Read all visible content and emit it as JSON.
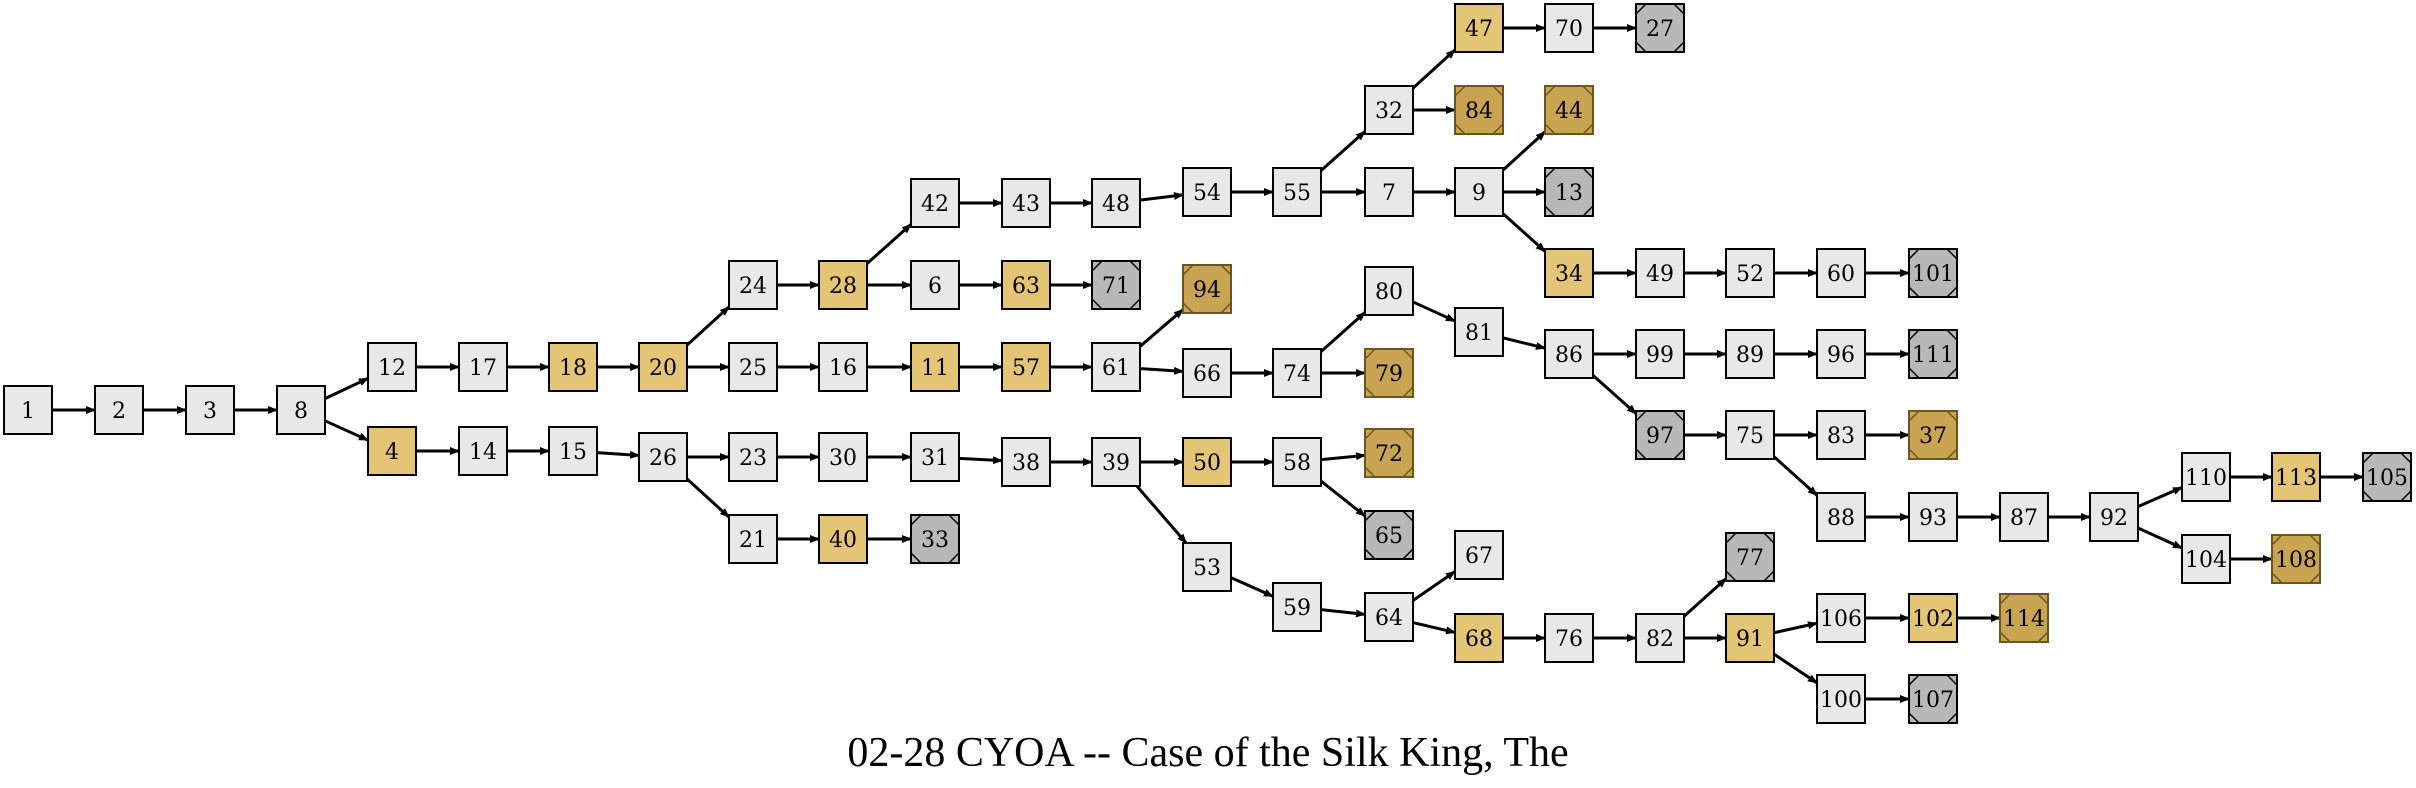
{
  "title": "02-28 CYOA -- Case of the Silk King, The",
  "colors": {
    "normal": "#e8e8e8",
    "choice": "#e4c576",
    "good_end": "#c9a452",
    "bad_end": "#b8b8b8",
    "stroke": "#000000"
  },
  "nodes": [
    {
      "id": "1",
      "t": "n"
    },
    {
      "id": "2",
      "t": "n"
    },
    {
      "id": "3",
      "t": "n"
    },
    {
      "id": "8",
      "t": "n"
    },
    {
      "id": "12",
      "t": "n"
    },
    {
      "id": "4",
      "t": "c"
    },
    {
      "id": "17",
      "t": "n"
    },
    {
      "id": "14",
      "t": "n"
    },
    {
      "id": "18",
      "t": "c"
    },
    {
      "id": "15",
      "t": "n"
    },
    {
      "id": "20",
      "t": "c"
    },
    {
      "id": "26",
      "t": "n"
    },
    {
      "id": "24",
      "t": "n"
    },
    {
      "id": "25",
      "t": "n"
    },
    {
      "id": "23",
      "t": "n"
    },
    {
      "id": "21",
      "t": "n"
    },
    {
      "id": "28",
      "t": "c"
    },
    {
      "id": "16",
      "t": "n"
    },
    {
      "id": "30",
      "t": "n"
    },
    {
      "id": "40",
      "t": "c"
    },
    {
      "id": "42",
      "t": "n"
    },
    {
      "id": "6",
      "t": "n"
    },
    {
      "id": "11",
      "t": "c"
    },
    {
      "id": "31",
      "t": "n"
    },
    {
      "id": "33",
      "t": "b"
    },
    {
      "id": "43",
      "t": "n"
    },
    {
      "id": "63",
      "t": "c"
    },
    {
      "id": "57",
      "t": "c"
    },
    {
      "id": "38",
      "t": "n"
    },
    {
      "id": "48",
      "t": "n"
    },
    {
      "id": "71",
      "t": "b"
    },
    {
      "id": "61",
      "t": "n"
    },
    {
      "id": "39",
      "t": "n"
    },
    {
      "id": "54",
      "t": "n"
    },
    {
      "id": "94",
      "t": "g"
    },
    {
      "id": "66",
      "t": "n"
    },
    {
      "id": "50",
      "t": "c"
    },
    {
      "id": "53",
      "t": "n"
    },
    {
      "id": "55",
      "t": "n"
    },
    {
      "id": "74",
      "t": "n"
    },
    {
      "id": "58",
      "t": "n"
    },
    {
      "id": "59",
      "t": "n"
    },
    {
      "id": "32",
      "t": "n"
    },
    {
      "id": "7",
      "t": "n"
    },
    {
      "id": "80",
      "t": "n"
    },
    {
      "id": "79",
      "t": "g"
    },
    {
      "id": "72",
      "t": "g"
    },
    {
      "id": "65",
      "t": "b"
    },
    {
      "id": "64",
      "t": "n"
    },
    {
      "id": "47",
      "t": "c"
    },
    {
      "id": "84",
      "t": "g"
    },
    {
      "id": "9",
      "t": "n"
    },
    {
      "id": "81",
      "t": "n"
    },
    {
      "id": "67",
      "t": "n"
    },
    {
      "id": "68",
      "t": "c"
    },
    {
      "id": "70",
      "t": "n"
    },
    {
      "id": "44",
      "t": "g"
    },
    {
      "id": "13",
      "t": "b"
    },
    {
      "id": "34",
      "t": "c"
    },
    {
      "id": "86",
      "t": "n"
    },
    {
      "id": "76",
      "t": "n"
    },
    {
      "id": "27",
      "t": "b"
    },
    {
      "id": "49",
      "t": "n"
    },
    {
      "id": "99",
      "t": "n"
    },
    {
      "id": "97",
      "t": "b"
    },
    {
      "id": "82",
      "t": "n"
    },
    {
      "id": "52",
      "t": "n"
    },
    {
      "id": "89",
      "t": "n"
    },
    {
      "id": "75",
      "t": "n"
    },
    {
      "id": "77",
      "t": "b"
    },
    {
      "id": "91",
      "t": "c"
    },
    {
      "id": "60",
      "t": "n"
    },
    {
      "id": "96",
      "t": "n"
    },
    {
      "id": "83",
      "t": "n"
    },
    {
      "id": "88",
      "t": "n"
    },
    {
      "id": "106",
      "t": "n"
    },
    {
      "id": "100",
      "t": "n"
    },
    {
      "id": "101",
      "t": "b"
    },
    {
      "id": "111",
      "t": "b"
    },
    {
      "id": "37",
      "t": "g"
    },
    {
      "id": "93",
      "t": "n"
    },
    {
      "id": "102",
      "t": "c"
    },
    {
      "id": "107",
      "t": "b"
    },
    {
      "id": "87",
      "t": "n"
    },
    {
      "id": "114",
      "t": "g"
    },
    {
      "id": "92",
      "t": "n"
    },
    {
      "id": "110",
      "t": "n"
    },
    {
      "id": "104",
      "t": "n"
    },
    {
      "id": "113",
      "t": "c"
    },
    {
      "id": "108",
      "t": "g"
    },
    {
      "id": "105",
      "t": "b"
    }
  ],
  "edges": [
    [
      "1",
      "2"
    ],
    [
      "2",
      "3"
    ],
    [
      "3",
      "8"
    ],
    [
      "8",
      "12"
    ],
    [
      "8",
      "4"
    ],
    [
      "12",
      "17"
    ],
    [
      "4",
      "14"
    ],
    [
      "17",
      "18"
    ],
    [
      "14",
      "15"
    ],
    [
      "18",
      "20"
    ],
    [
      "15",
      "26"
    ],
    [
      "20",
      "24"
    ],
    [
      "20",
      "25"
    ],
    [
      "26",
      "23"
    ],
    [
      "26",
      "21"
    ],
    [
      "24",
      "28"
    ],
    [
      "25",
      "16"
    ],
    [
      "23",
      "30"
    ],
    [
      "21",
      "40"
    ],
    [
      "28",
      "42"
    ],
    [
      "28",
      "6"
    ],
    [
      "16",
      "11"
    ],
    [
      "30",
      "31"
    ],
    [
      "40",
      "33"
    ],
    [
      "42",
      "43"
    ],
    [
      "6",
      "63"
    ],
    [
      "11",
      "57"
    ],
    [
      "31",
      "38"
    ],
    [
      "43",
      "48"
    ],
    [
      "63",
      "71"
    ],
    [
      "57",
      "61"
    ],
    [
      "38",
      "39"
    ],
    [
      "48",
      "54"
    ],
    [
      "61",
      "94"
    ],
    [
      "61",
      "66"
    ],
    [
      "39",
      "50"
    ],
    [
      "39",
      "53"
    ],
    [
      "54",
      "55"
    ],
    [
      "66",
      "74"
    ],
    [
      "50",
      "58"
    ],
    [
      "53",
      "59"
    ],
    [
      "55",
      "32"
    ],
    [
      "55",
      "7"
    ],
    [
      "74",
      "80"
    ],
    [
      "74",
      "79"
    ],
    [
      "58",
      "72"
    ],
    [
      "58",
      "65"
    ],
    [
      "59",
      "64"
    ],
    [
      "32",
      "47"
    ],
    [
      "32",
      "84"
    ],
    [
      "7",
      "9"
    ],
    [
      "80",
      "81"
    ],
    [
      "64",
      "67"
    ],
    [
      "64",
      "68"
    ],
    [
      "47",
      "70"
    ],
    [
      "9",
      "44"
    ],
    [
      "9",
      "13"
    ],
    [
      "9",
      "34"
    ],
    [
      "81",
      "86"
    ],
    [
      "68",
      "76"
    ],
    [
      "70",
      "27"
    ],
    [
      "34",
      "49"
    ],
    [
      "86",
      "99"
    ],
    [
      "86",
      "97"
    ],
    [
      "76",
      "82"
    ],
    [
      "49",
      "52"
    ],
    [
      "99",
      "89"
    ],
    [
      "97",
      "75"
    ],
    [
      "82",
      "77"
    ],
    [
      "82",
      "91"
    ],
    [
      "52",
      "60"
    ],
    [
      "89",
      "96"
    ],
    [
      "75",
      "83"
    ],
    [
      "75",
      "88"
    ],
    [
      "91",
      "106"
    ],
    [
      "91",
      "100"
    ],
    [
      "60",
      "101"
    ],
    [
      "96",
      "111"
    ],
    [
      "83",
      "37"
    ],
    [
      "88",
      "93"
    ],
    [
      "106",
      "102"
    ],
    [
      "100",
      "107"
    ],
    [
      "93",
      "87"
    ],
    [
      "102",
      "114"
    ],
    [
      "87",
      "92"
    ],
    [
      "92",
      "110"
    ],
    [
      "92",
      "104"
    ],
    [
      "110",
      "113"
    ],
    [
      "113",
      "105"
    ],
    [
      "104",
      "108"
    ]
  ]
}
